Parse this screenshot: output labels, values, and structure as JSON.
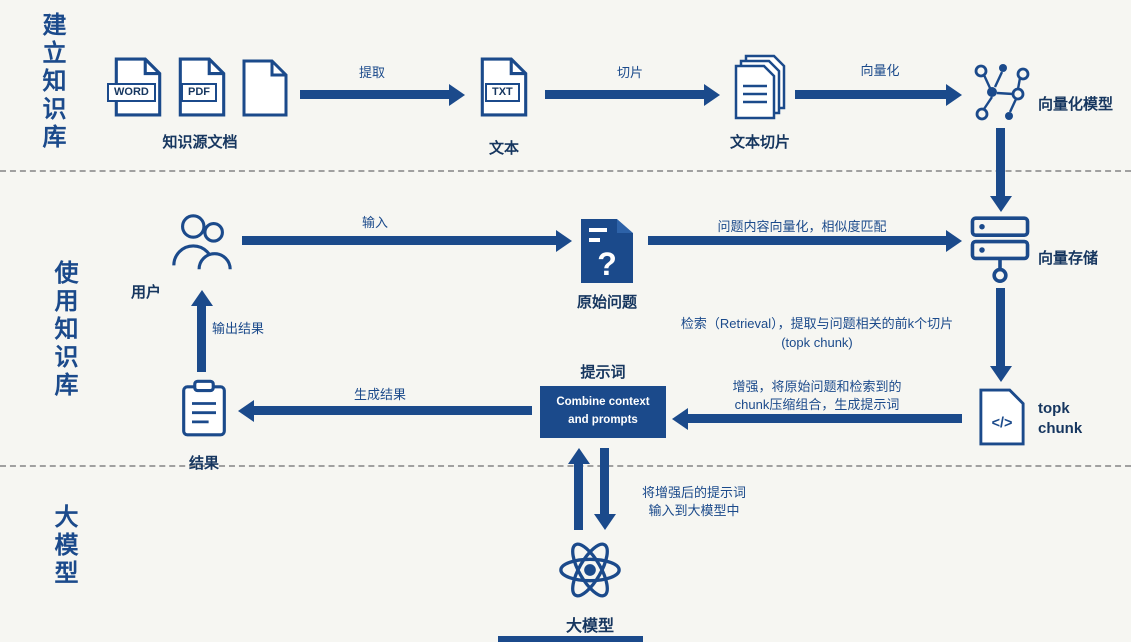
{
  "colors": {
    "navy": "#1b4a8b",
    "label": "#16365f",
    "background": "#f6f6f2"
  },
  "sections": {
    "build_label": "建立知识库",
    "use_label": "使用知识库",
    "model_label": "大模型"
  },
  "build": {
    "word_badge": "WORD",
    "pdf_badge": "PDF",
    "source_docs_label": "知识源文档",
    "extract_arrow_label": "提取",
    "txt_badge": "TXT",
    "text_label": "文本",
    "slice_arrow_label": "切片",
    "text_chunks_label": "文本切片",
    "vectorize_arrow_label": "向量化",
    "vector_model_label": "向量化模型"
  },
  "use": {
    "user_label": "用户",
    "input_arrow_label": "输入",
    "question_glyph": "?",
    "original_question_label": "原始问题",
    "similarity_arrow_label": "问题内容向量化，相似度匹配",
    "vector_store_label": "向量存储",
    "retrieval_arrow_label_line1": "检索（Retrieval），提取与问题相关的前k个切片",
    "retrieval_arrow_label_line2": "(topk chunk)",
    "code_glyph": "</>",
    "topk_chunk_label_line1": "topk",
    "topk_chunk_label_line2": "chunk",
    "augment_arrow_label_line1": "增强，将原始问题和检索到的",
    "augment_arrow_label_line2": "chunk压缩组合，生成提示词",
    "prompt_label": "提示词",
    "combine_box_line1": "Combine context",
    "combine_box_line2": "and prompts",
    "generate_arrow_label": "生成结果",
    "result_label": "结果",
    "output_arrow_label": "输出结果"
  },
  "model": {
    "to_model_arrow_label_line1": "将增强后的提示词",
    "to_model_arrow_label_line2": "输入到大模型中",
    "large_model_label": "大模型"
  }
}
